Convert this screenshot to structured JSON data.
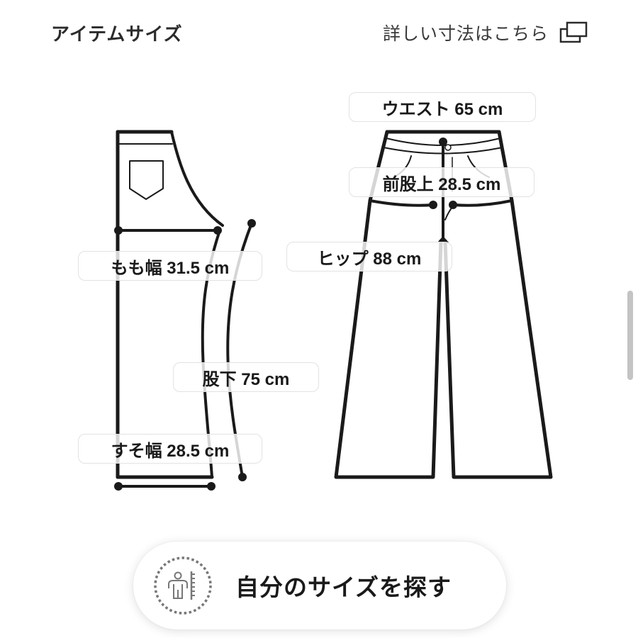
{
  "header": {
    "title": "アイテムサイズ",
    "detail_link_label": "詳しい寸法はこちら",
    "detail_link_icon": "external-window-icon"
  },
  "measurements": {
    "thigh": {
      "label": "もも幅",
      "value": "31.5 cm",
      "text": "もも幅 31.5 cm"
    },
    "inseam": {
      "label": "股下",
      "value": "75 cm",
      "text": "股下 75 cm"
    },
    "hem": {
      "label": "すそ幅",
      "value": "28.5 cm",
      "text": "すそ幅 28.5 cm"
    },
    "waist": {
      "label": "ウエスト",
      "value": "65 cm",
      "text": "ウエスト 65 cm"
    },
    "front_rise": {
      "label": "前股上",
      "value": "28.5 cm",
      "text": "前股上 28.5 cm"
    },
    "hip": {
      "label": "ヒップ",
      "value": "88 cm",
      "text": "ヒップ 88 cm"
    }
  },
  "find_size_button": {
    "label": "自分のサイズを探す",
    "icon": "body-measure-icon"
  },
  "colors": {
    "line": "#1a1a1a",
    "label_border": "#e2e2e2",
    "scrollbar": "#c4c4c4",
    "icon_gray": "#777777"
  }
}
